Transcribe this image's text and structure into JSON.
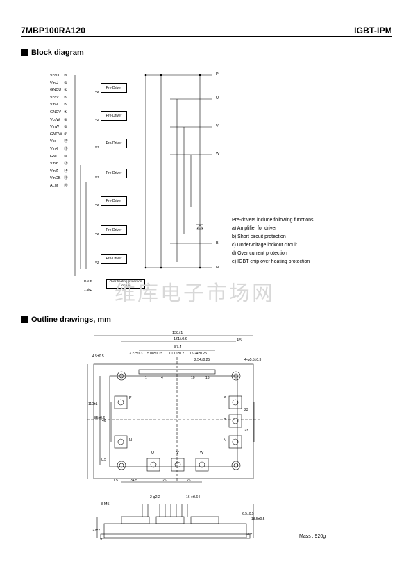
{
  "header": {
    "part_number": "7MBP100RA120",
    "product_type": "IGBT-IPM"
  },
  "block_diagram": {
    "title": "Block diagram",
    "pins_left": [
      {
        "label": "VccU",
        "num": "③"
      },
      {
        "label": "VinU",
        "num": "②"
      },
      {
        "label": "GNDU",
        "num": "①"
      },
      {
        "label": "VccV",
        "num": "⑥"
      },
      {
        "label": "VinV",
        "num": "⑤"
      },
      {
        "label": "GNDV",
        "num": "④"
      },
      {
        "label": "VccW",
        "num": "⑨"
      },
      {
        "label": "VinW",
        "num": "⑧"
      },
      {
        "label": "GNDW",
        "num": "⑦"
      },
      {
        "label": "Vcc",
        "num": "⑪"
      },
      {
        "label": "VinX",
        "num": "⑫"
      },
      {
        "label": "GND",
        "num": "⑩"
      },
      {
        "label": "VinY",
        "num": "⑬"
      },
      {
        "label": "VinZ",
        "num": "⑭"
      },
      {
        "label": "VinDB",
        "num": "⑮"
      },
      {
        "label": "ALM",
        "num": "⑯"
      }
    ],
    "pins_right": [
      "P",
      "U",
      "V",
      "W",
      "B",
      "N"
    ],
    "block_label": "Pre-Driver",
    "vz_label": "VZ",
    "alarm_label": "Over heating protection circuit",
    "rale_label": "RALE",
    "resistor_label": "1.5kΩ",
    "notes_title": "Pre-drivers include following functions",
    "notes": [
      "a) Amplifier for driver",
      "b) Short circuit protection",
      "c) Undervoltage lockout circuit",
      "d) Over current protection",
      "e) IGBT chip over heating protection"
    ]
  },
  "watermark": "维库电子市场网",
  "outline": {
    "title": "Outline drawings, mm",
    "dims": {
      "overall_width": "138±1",
      "mount_pitch": "121±0.6",
      "pin_span": "87.4",
      "d_322": "3.22±0.3",
      "d_508": "5.08±0.15",
      "d_1016": "10.16±0.2",
      "d_1524": "15.24±0.25",
      "d_254": "2.54±0.25",
      "d_45": "4.5",
      "d_45b": "4.5±0.5",
      "hole": "4-φ5.5±0.3",
      "height": "110±1",
      "d_85": "85±0.6",
      "d_46": "46",
      "d_23a": "23",
      "d_23b": "23",
      "d_05": "0.5",
      "b_15": "1.5",
      "b_345": "34.5",
      "b_26a": "26",
      "b_26b": "26",
      "m5": "8-M5",
      "p_22": "2-φ2.2",
      "p_16": "16-□0.64",
      "s_65": "6.5±0.5",
      "s_185": "18.5±0.5",
      "s_20": "20±1",
      "s_27": "27±2",
      "s_9": "9"
    },
    "pin_labels": [
      "1",
      "4",
      "10",
      "16"
    ],
    "terminals": [
      "P",
      "P",
      "N",
      "N",
      "B",
      "U",
      "V",
      "W"
    ]
  },
  "mass": "Mass : 920g"
}
